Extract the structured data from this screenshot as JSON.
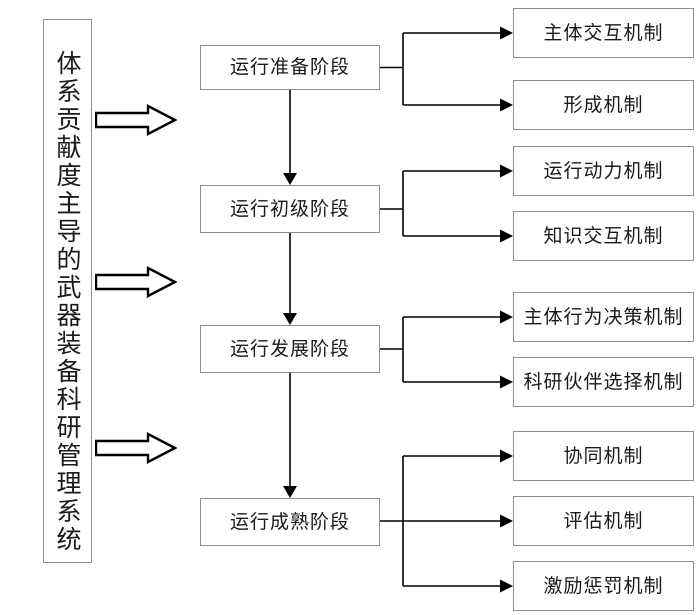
{
  "diagram": {
    "root_label": "体系贡献度主导的武器装备科研管理系统",
    "stages": [
      {
        "label": "运行准备阶段",
        "mechanisms": [
          "主体交互机制",
          "形成机制"
        ]
      },
      {
        "label": "运行初级阶段",
        "mechanisms": [
          "运行动力机制",
          "知识交互机制"
        ]
      },
      {
        "label": "运行发展阶段",
        "mechanisms": [
          "主体行为决策机制",
          "科研伙伴选择机制"
        ]
      },
      {
        "label": "运行成熟阶段",
        "mechanisms": [
          "协同机制",
          "评估机制",
          "激励惩罚机制"
        ]
      }
    ],
    "colors": {
      "line": "#000000",
      "box_border": "#8f8f8f",
      "text": "#1a1a1a",
      "background": "#ffffff"
    }
  }
}
